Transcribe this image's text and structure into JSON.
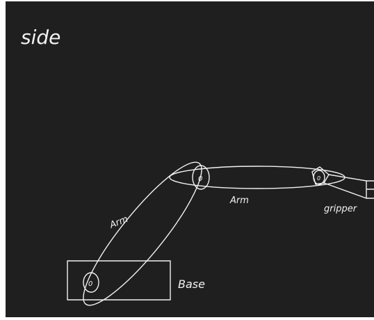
{
  "sketch": {
    "view_label": "side",
    "labels": {
      "base": "Base",
      "arm_lower": "Arm",
      "arm_upper": "Arm",
      "gripper": "gripper"
    },
    "joint_symbol": "0",
    "stroke_color": "#f2f2f2",
    "background_color": "#1f1f1f"
  }
}
